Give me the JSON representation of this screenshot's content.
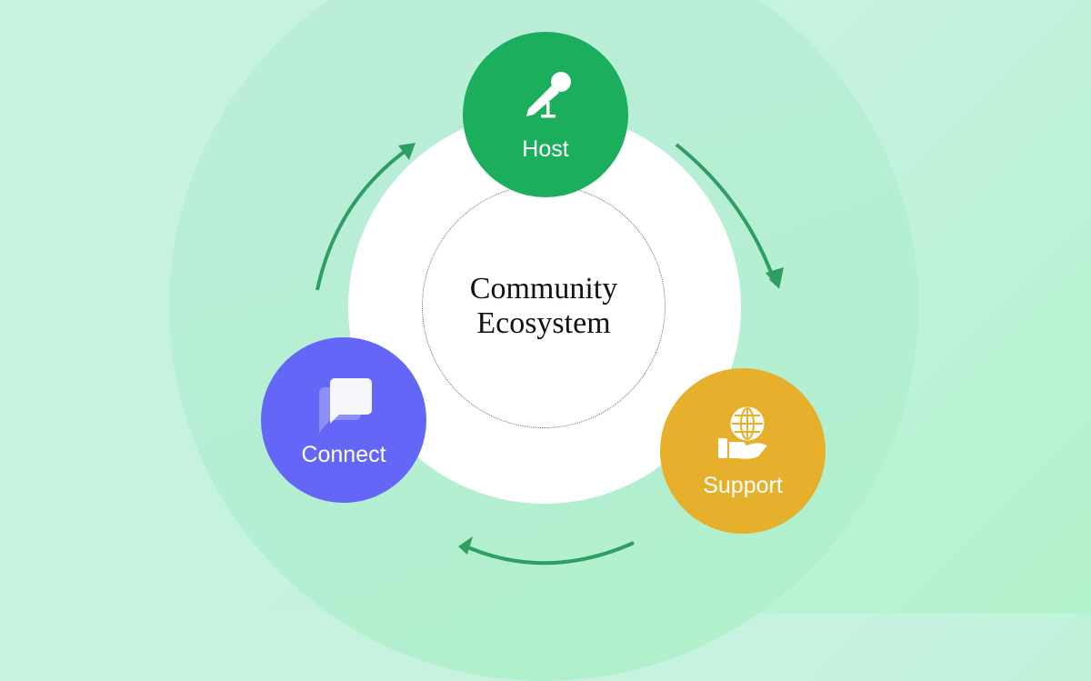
{
  "diagram": {
    "title_line1": "Community",
    "title_line2": "Ecosystem",
    "nodes": [
      {
        "id": "host",
        "label": "Host",
        "icon": "microphone-icon",
        "color": "#1aae5d"
      },
      {
        "id": "support",
        "label": "Support",
        "icon": "hand-globe-icon",
        "color": "#e6b02d"
      },
      {
        "id": "connect",
        "label": "Connect",
        "icon": "chat-bubbles-icon",
        "color": "#6366f6"
      }
    ],
    "arrow_color": "#2f9e63",
    "cycle_order": [
      "Host",
      "Support",
      "Connect"
    ]
  }
}
